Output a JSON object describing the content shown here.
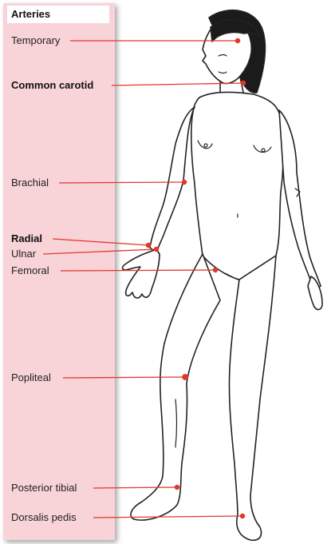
{
  "title": "Arteries",
  "labels": [
    "Temporary",
    "Common carotid",
    "Brachial",
    "Radial",
    "Ulnar",
    "Femoral",
    "Popliteal",
    "Posterior tibial",
    "Dorsalis pedis"
  ],
  "colors": {
    "panel": "#f8d3d8",
    "leader": "#e2382b",
    "figure_stroke": "#222222",
    "hair": "#1b1b1b"
  }
}
